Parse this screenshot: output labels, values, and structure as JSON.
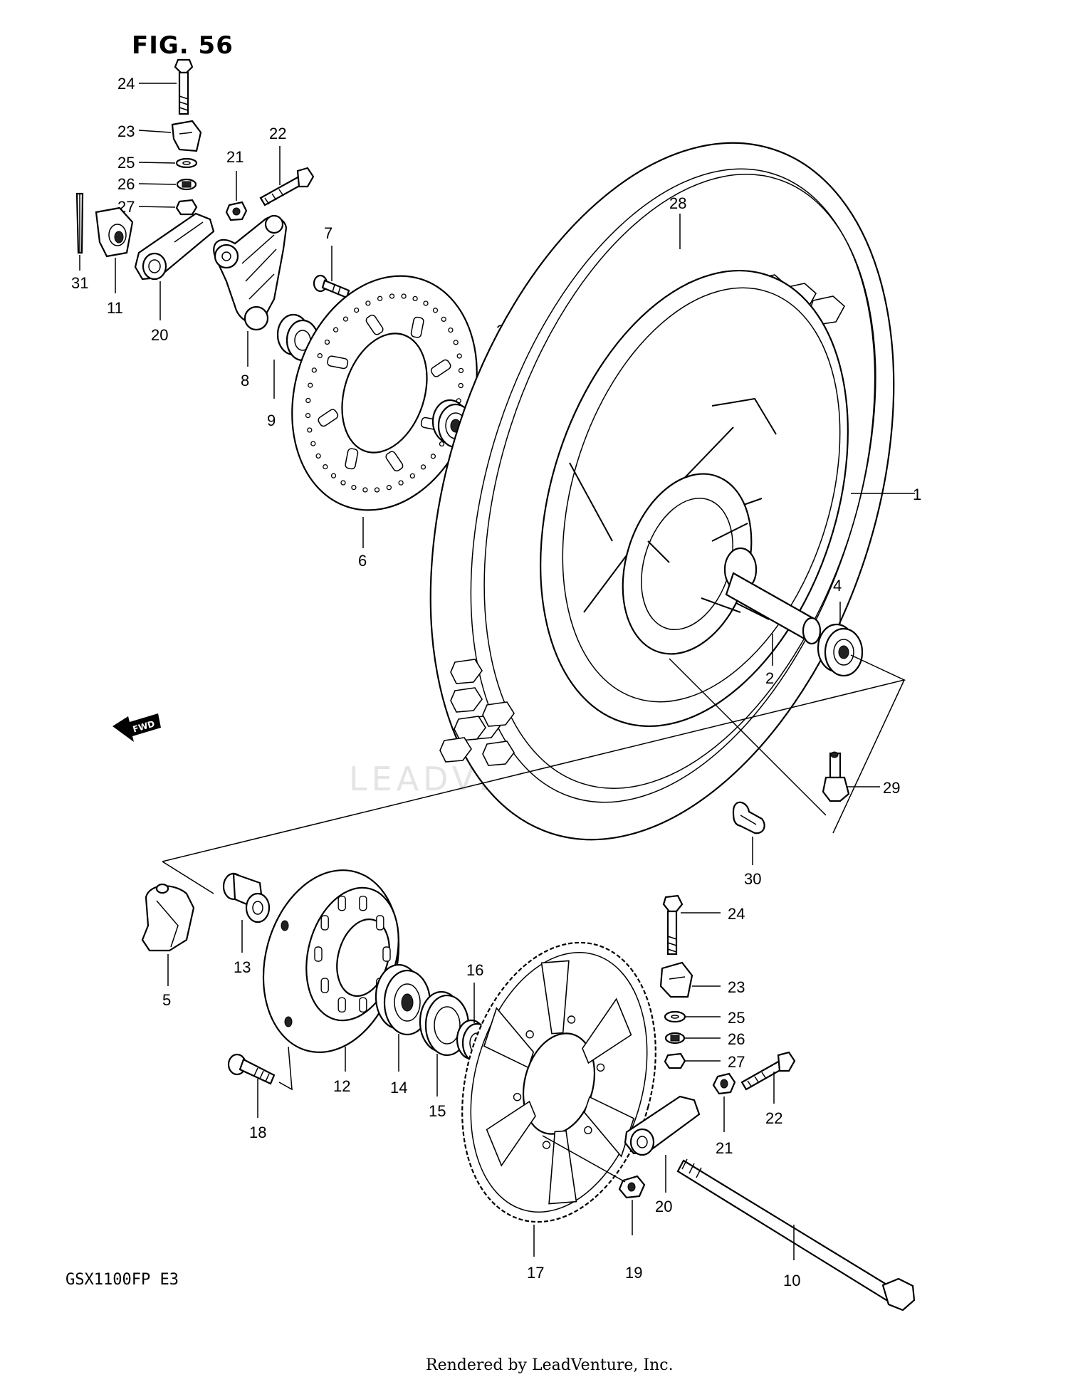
{
  "figure": {
    "title": "FIG. 56",
    "model": "GSX1100FP  E3",
    "credit": "Rendered by LeadVenture, Inc.",
    "watermark": "LEADVENTURE",
    "fwd_label": "FWD"
  },
  "callouts": {
    "c1": "1",
    "c2": "2",
    "c3": "3",
    "c4": "4",
    "c5": "5",
    "c6": "6",
    "c7": "7",
    "c8": "8",
    "c9": "9",
    "c10": "10",
    "c11": "11",
    "c12": "12",
    "c13": "13",
    "c14": "14",
    "c15": "15",
    "c16": "16",
    "c17": "17",
    "c18": "18",
    "c19": "19",
    "c20a": "20",
    "c20b": "20",
    "c21a": "21",
    "c21b": "21",
    "c22a": "22",
    "c22b": "22",
    "c23a": "23",
    "c23b": "23",
    "c24a": "24",
    "c24b": "24",
    "c25a": "25",
    "c25b": "25",
    "c26a": "26",
    "c26b": "26",
    "c27a": "27",
    "c27b": "27",
    "c28": "28",
    "c29": "29",
    "c30": "30",
    "c31": "31"
  }
}
